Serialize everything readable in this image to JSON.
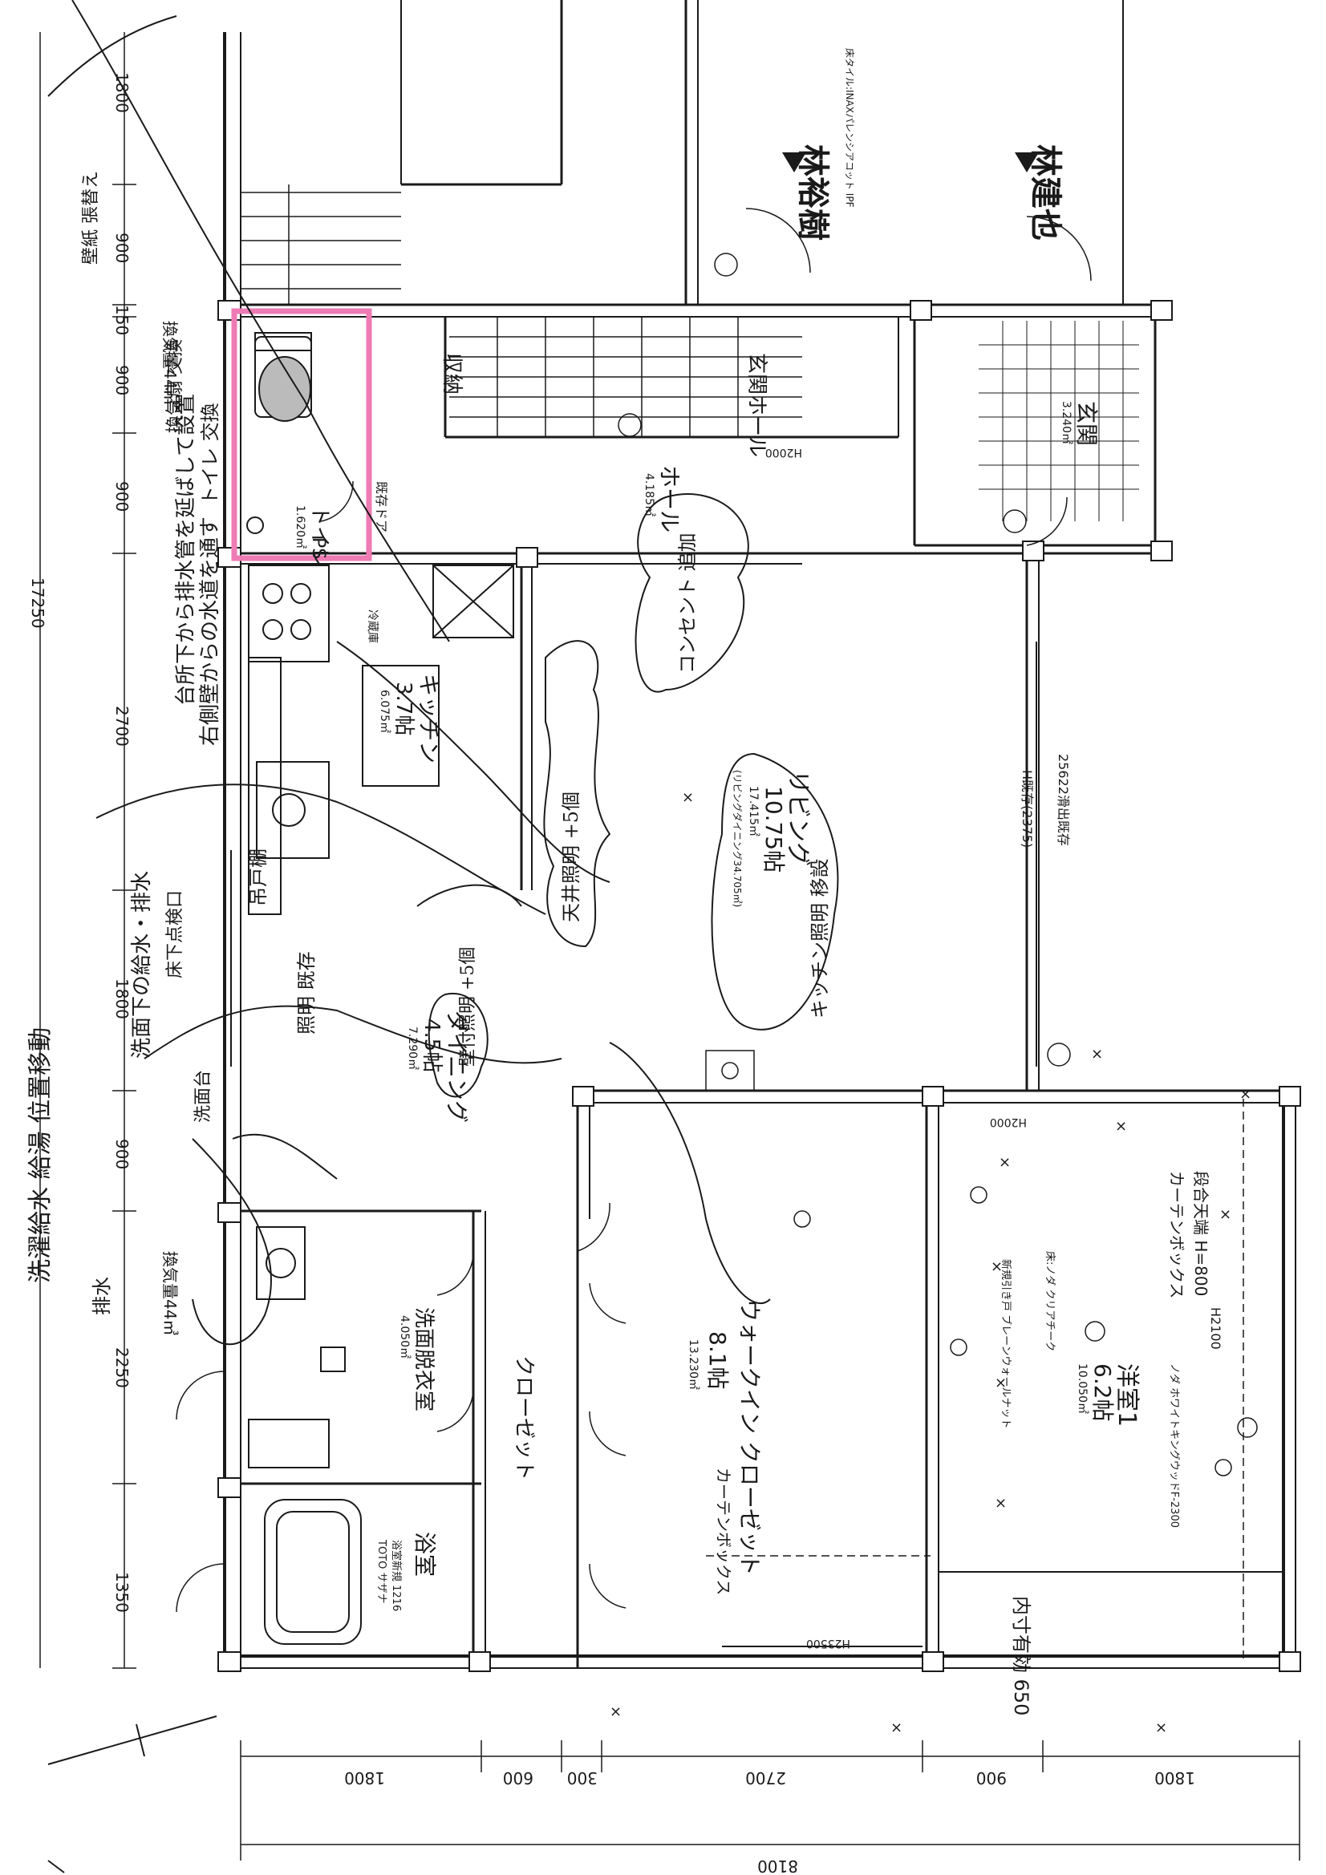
{
  "rooms": {
    "toilet": {
      "name": "トイレ",
      "area": "1.620㎡"
    },
    "storage": {
      "name": "収納"
    },
    "entrance_hall": {
      "name": "玄関ホール"
    },
    "genkan": {
      "name": "玄関",
      "area": "3.240㎡"
    },
    "hall": {
      "name": "ホール",
      "area": "4.185㎡"
    },
    "kitchen": {
      "name": "キッチン",
      "size": "3.7帖",
      "area": "6.075㎡"
    },
    "living": {
      "name": "リビング",
      "size": "10.75帖",
      "area": "17.415㎡",
      "note": "(リビングダイニング34.705㎡)"
    },
    "dining": {
      "name": "ダイニング",
      "size": "4.5帖",
      "area": "7.290㎡"
    },
    "washroom": {
      "name": "洗面脱衣室",
      "area": "4.050㎡"
    },
    "closet": {
      "name": "クローゼット"
    },
    "wic": {
      "name": "ウォークイン クローゼット",
      "size": "8.1帖",
      "area": "13.230㎡"
    },
    "bath": {
      "name": "浴室",
      "spec": "浴室新規 1216",
      "maker": "TOTO サザナ"
    },
    "western1": {
      "name": "洋室1",
      "size": "6.2帖",
      "area": "10.050㎡"
    }
  },
  "annotations": {
    "ventilation_1": "換気量44㎥",
    "ventilation_2": "換気量44㎥",
    "sliding_2375": "H既存(2375)",
    "sliding_25622": "25622滑出既存",
    "h2000_1": "H2000",
    "h2000_2": "H2000",
    "curtain_box_1": "カーテンボックス",
    "curtain_box_2": "カーテンボックス",
    "ceiling": "段合天端 H=800",
    "h2100": "H2100",
    "h23500": "H23500",
    "floor_note": "床:ノダ クリアチーク",
    "floor_note2": "ノダ ホワイトキングウッドF-2300",
    "wall_note": "新規引き戸 ブレーンウォールナット",
    "inax": "床タイル:INAXパレンシアコット IPF",
    "existing_door": "既存ドア",
    "exist_open": "内寸有効 650",
    "entry_1": "林裕樹",
    "entry_2": "林建也",
    "ps": "PS",
    "fridge": "冷蔵庫"
  },
  "dimensions": {
    "left": [
      "1800",
      "900",
      "150",
      "900",
      "900",
      "2700",
      "1800",
      "900",
      "2250",
      "1350"
    ],
    "left_total": "17250",
    "bottom": [
      "1800",
      "600",
      "300",
      "2700",
      "900",
      "1800"
    ],
    "bottom_total": "8100"
  },
  "handwritten": [
    "洗濯給水 給湯 位置移動",
    "排水",
    "洗面下の給水・排水",
    "床下点検口",
    "台所下から排水管を延ばして設置",
    "吊戸棚",
    "洗面台",
    "換気扇 交換",
    "照明 既存",
    "壁紙 張替え",
    "右側壁からの水道を通す",
    "天井照明 +5個",
    "壁付照明 +5個",
    "キッチン照明 移設",
    "コンセント 追加",
    "トイレ 交換"
  ],
  "colors": {
    "ink": "#1a1a1a",
    "highlight": "#ee7bb4",
    "paper": "#ffffff"
  }
}
